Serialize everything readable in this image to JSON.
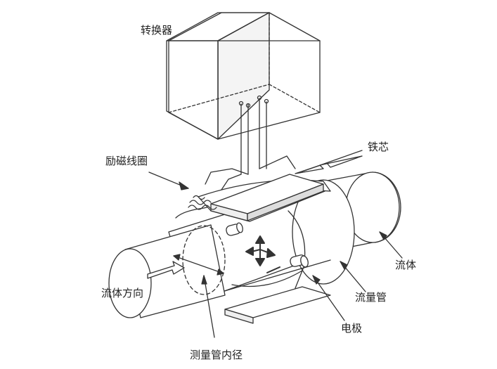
{
  "labels": {
    "converter": "转换器",
    "iron_core": "铁芯",
    "excitation_coil": "励磁线圈",
    "fluid": "流体",
    "flow_tube": "流量管",
    "flow_direction": "流体方向",
    "electrode": "电极",
    "tube_inner_diameter": "测量管内径"
  },
  "colors": {
    "line": "#333333",
    "background": "#ffffff"
  }
}
